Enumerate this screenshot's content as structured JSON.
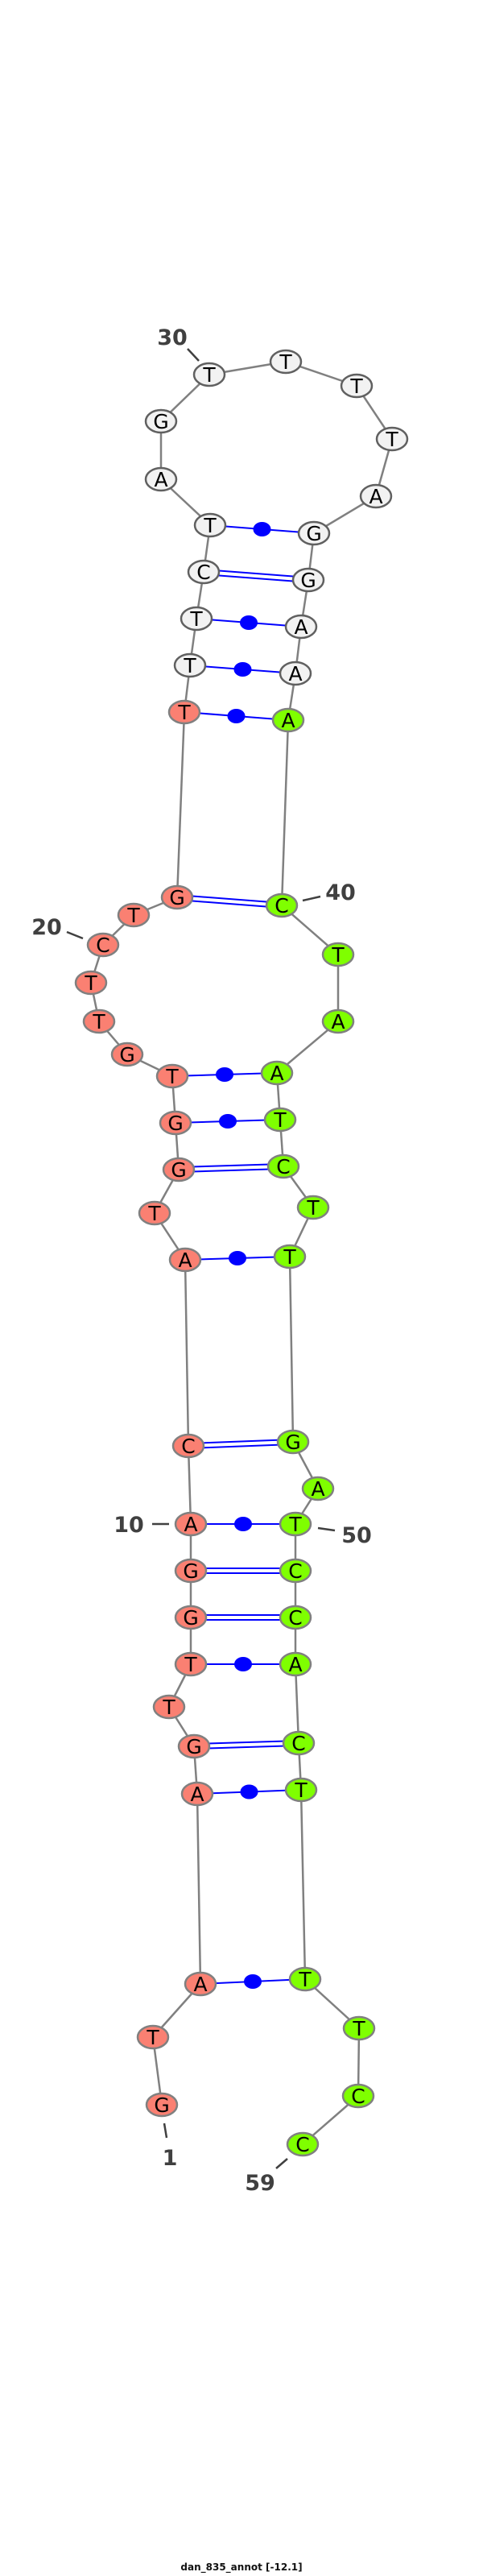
{
  "title": "dan_835_annot [-12.1]",
  "sequence": "GTAAGTTGGACATGGTGTTCTGTTTCTAGTTTTAGGAAACTAATCTTGATCCACTTTCC",
  "regions": [
    {
      "from": 1,
      "to": 23,
      "color": "#fa8072"
    },
    {
      "from": 24,
      "to": 38,
      "color": "#f2f2f2"
    },
    {
      "from": 39,
      "to": 59,
      "color": "#7fff00"
    }
  ],
  "pairs": [
    {
      "i": 3,
      "j": 56,
      "type": "AT"
    },
    {
      "i": 4,
      "j": 55,
      "type": "AT"
    },
    {
      "i": 5,
      "j": 54,
      "type": "GC"
    },
    {
      "i": 7,
      "j": 53,
      "type": "AT"
    },
    {
      "i": 8,
      "j": 52,
      "type": "GC"
    },
    {
      "i": 9,
      "j": 51,
      "type": "GC"
    },
    {
      "i": 10,
      "j": 50,
      "type": "AT"
    },
    {
      "i": 11,
      "j": 48,
      "type": "GC"
    },
    {
      "i": 12,
      "j": 47,
      "type": "AT"
    },
    {
      "i": 14,
      "j": 45,
      "type": "GC"
    },
    {
      "i": 15,
      "j": 44,
      "type": "GT"
    },
    {
      "i": 16,
      "j": 43,
      "type": "AT"
    },
    {
      "i": 22,
      "j": 40,
      "type": "GC"
    },
    {
      "i": 23,
      "j": 39,
      "type": "AT"
    },
    {
      "i": 24,
      "j": 38,
      "type": "AT"
    },
    {
      "i": 25,
      "j": 37,
      "type": "AT"
    },
    {
      "i": 26,
      "j": 36,
      "type": "GC"
    },
    {
      "i": 27,
      "j": 35,
      "type": "GT"
    }
  ],
  "position_labels": [
    "1",
    "10",
    "20",
    "30",
    "40",
    "50",
    "59"
  ],
  "colors": {
    "pair_line": "#0000ff",
    "backbone": "#808080",
    "node_stroke": "#808080",
    "label": "#404040"
  }
}
